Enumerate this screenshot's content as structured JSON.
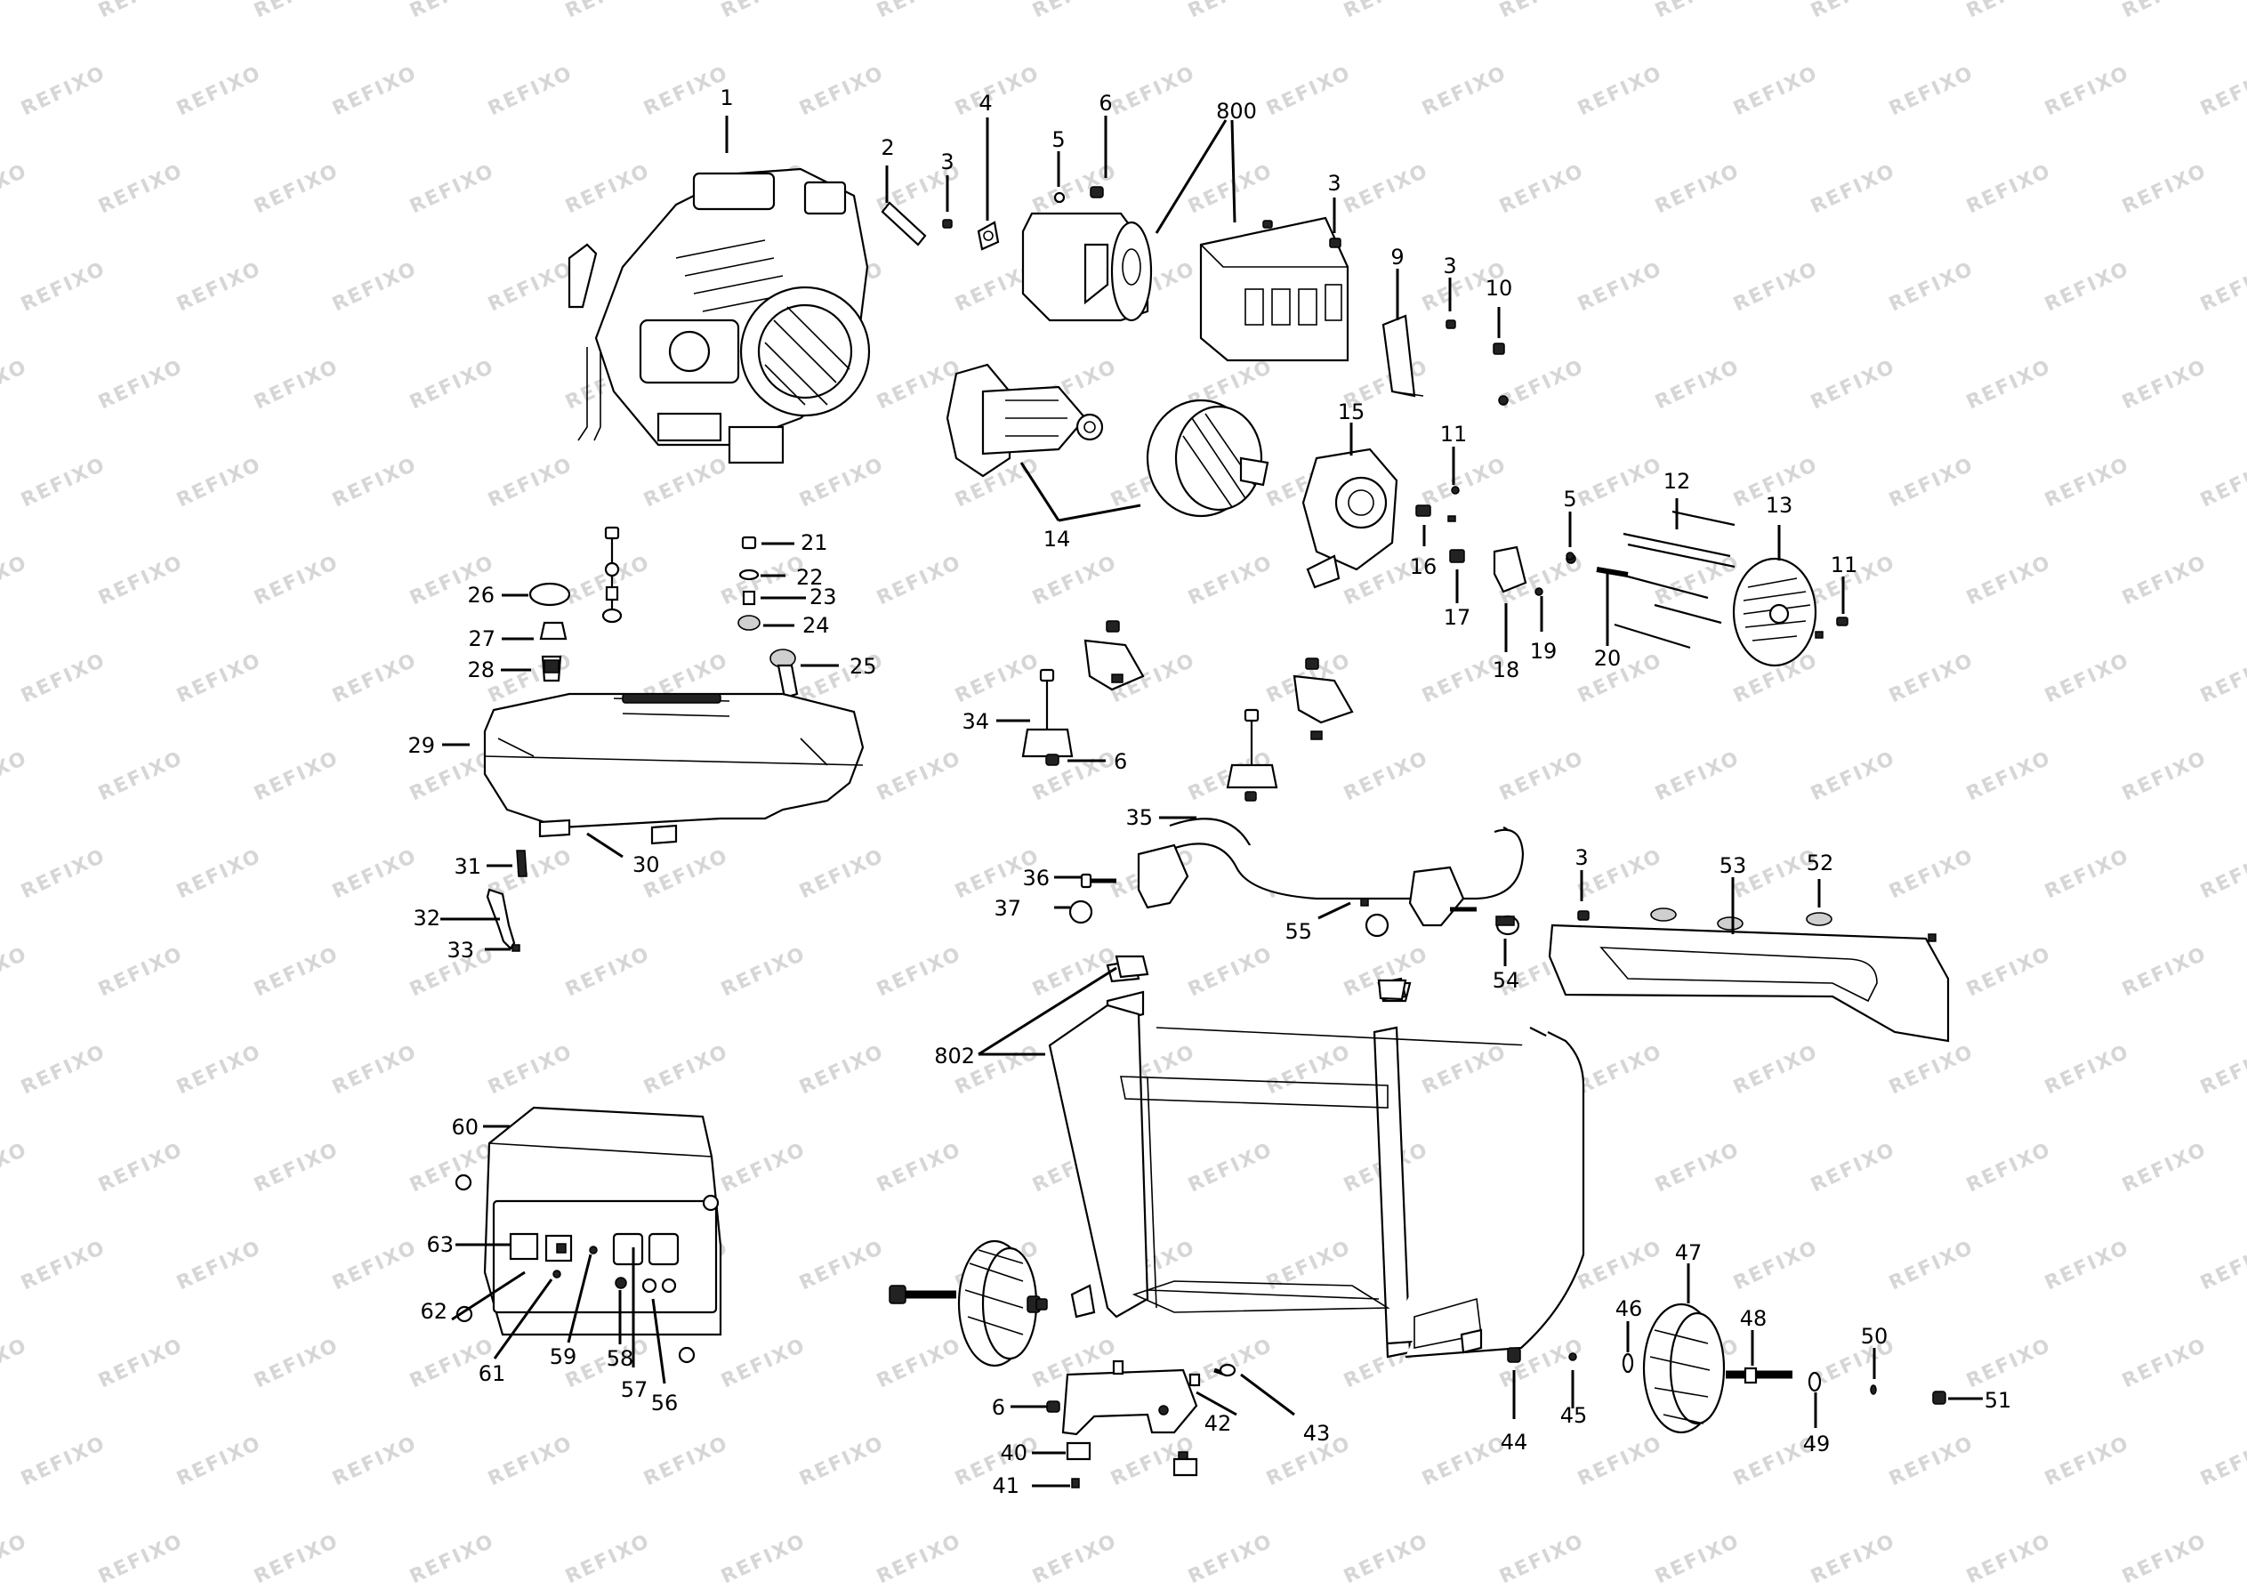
{
  "watermark": "REFIXO",
  "callouts": {
    "c1": "1",
    "c2": "2",
    "c3a": "3",
    "c4": "4",
    "c5a": "5",
    "c6a": "6",
    "c800": "800",
    "c3b": "3",
    "c9": "9",
    "c3c": "3",
    "c10": "10",
    "c11a": "11",
    "c12": "12",
    "c13": "13",
    "c5b": "5",
    "c11b": "11",
    "c15": "15",
    "c14": "14",
    "c16": "16",
    "c17": "17",
    "c18": "18",
    "c19": "19",
    "c20": "20",
    "c21": "21",
    "c22": "22",
    "c23": "23",
    "c24": "24",
    "c25": "25",
    "c26": "26",
    "c27": "27",
    "c28": "28",
    "c29": "29",
    "c30": "30",
    "c31": "31",
    "c32": "32",
    "c33": "33",
    "c34": "34",
    "c6b": "6",
    "c35": "35",
    "c36": "36",
    "c37": "37",
    "c55": "55",
    "c54": "54",
    "c3d": "3",
    "c53": "53",
    "c52": "52",
    "c802": "802",
    "c60": "60",
    "c63": "63",
    "c62": "62",
    "c61": "61",
    "c59": "59",
    "c58": "58",
    "c57": "57",
    "c56": "56",
    "c6c": "6",
    "c40": "40",
    "c41": "41",
    "c42": "42",
    "c43": "43",
    "c44": "44",
    "c45": "45",
    "c46": "46",
    "c47": "47",
    "c48": "48",
    "c49": "49",
    "c50": "50",
    "c51": "51"
  }
}
